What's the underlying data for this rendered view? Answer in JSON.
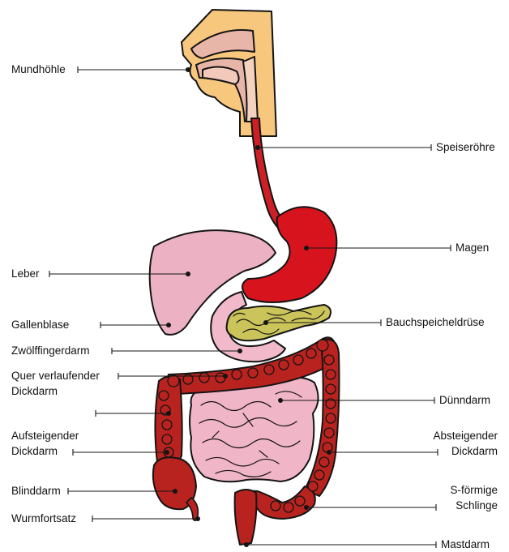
{
  "labels": {
    "mundhoehle": "Mundhöhle",
    "speiseroehre": "Speiseröhre",
    "magen": "Magen",
    "leber": "Leber",
    "gallenblase": "Gallenblase",
    "bauchspeicheldruese": "Bauchspeicheldrüse",
    "zwoelffingerdarm": "Zwölffingerdarm",
    "quer_1": "Quer verlaufender",
    "quer_2": "Dickdarm",
    "duenndarm": "Dünndarm",
    "aufsteigend_1": "Aufsteigender",
    "aufsteigend_2": "Dickdarm",
    "absteigend_1": "Absteigender",
    "absteigend_2": "Dickdarm",
    "blinddarm": "Blinddarm",
    "s_schlinge_1": "S-förmige",
    "s_schlinge_2": "Schlinge",
    "wurmfortsatz": "Wurmfortsatz",
    "mastdarm": "Mastdarm"
  },
  "colors": {
    "head": "#f8c77e",
    "mouth_inner": "#e8b6a8",
    "esophagus": "#cc1f26",
    "stomach": "#d7141e",
    "liver": "#ecb2c4",
    "duodenum": "#f1b9ca",
    "pancreas": "#cbc45a",
    "small_intestine": "#f0b5c6",
    "large_intestine": "#b9231f",
    "outline": "#141414"
  }
}
